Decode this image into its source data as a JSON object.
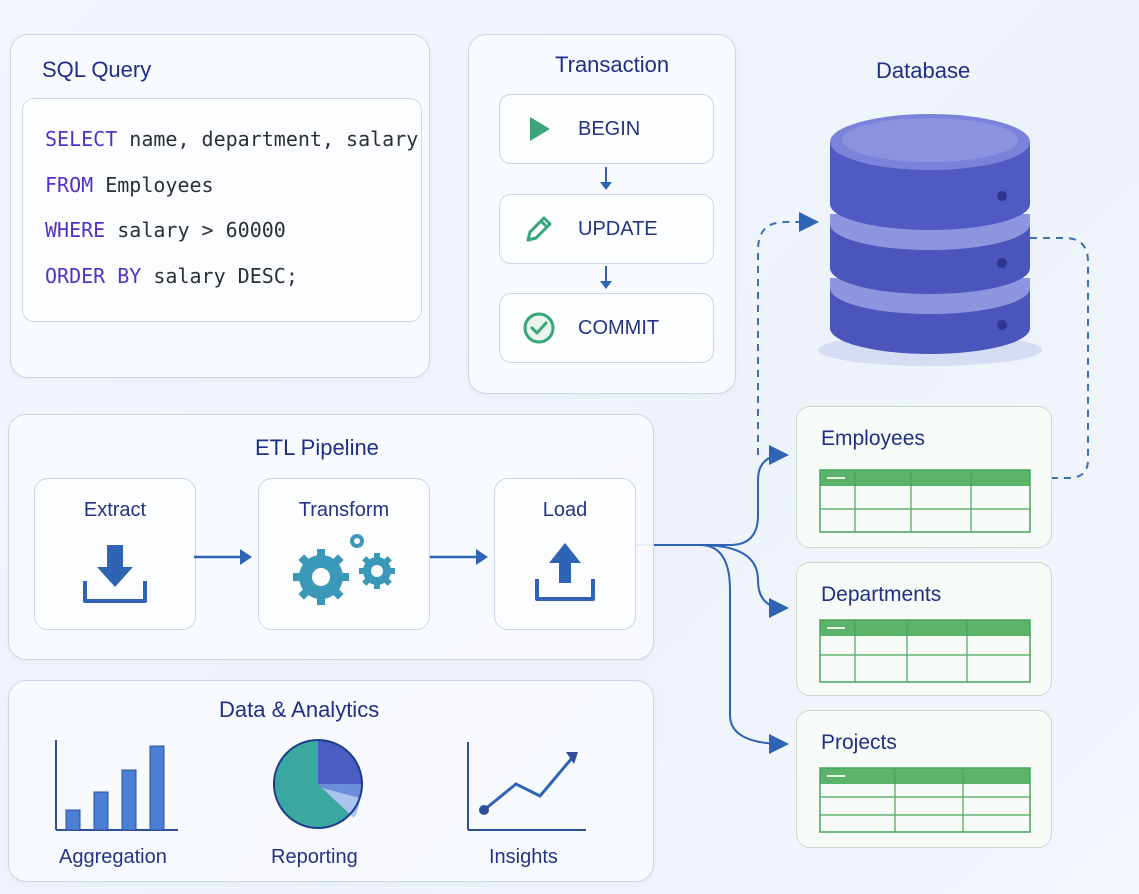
{
  "sql": {
    "title": "SQL Query",
    "lines": [
      {
        "kw": "SELECT",
        "rest": " name, department, salary"
      },
      {
        "kw": "FROM",
        "rest": " Employees"
      },
      {
        "kw": "WHERE",
        "rest": " salary > 60000"
      },
      {
        "kw": "ORDER BY",
        "rest": " salary DESC;"
      }
    ]
  },
  "transaction": {
    "title": "Transaction",
    "steps": [
      {
        "label": "BEGIN",
        "icon": "play-icon"
      },
      {
        "label": "UPDATE",
        "icon": "pencil-icon"
      },
      {
        "label": "COMMIT",
        "icon": "check-circle-icon"
      }
    ]
  },
  "database": {
    "title": "Database",
    "icon": "database-icon"
  },
  "etl": {
    "title": "ETL Pipeline",
    "steps": [
      {
        "label": "Extract",
        "icon": "download-icon"
      },
      {
        "label": "Transform",
        "icon": "gears-icon"
      },
      {
        "label": "Load",
        "icon": "upload-icon"
      }
    ]
  },
  "analytics": {
    "title": "Data & Analytics",
    "items": [
      {
        "label": "Aggregation",
        "icon": "bar-chart-icon"
      },
      {
        "label": "Reporting",
        "icon": "pie-chart-icon"
      },
      {
        "label": "Insights",
        "icon": "line-chart-icon"
      }
    ]
  },
  "tables": [
    {
      "label": "Employees",
      "icon": "table-icon"
    },
    {
      "label": "Departments",
      "icon": "table-icon"
    },
    {
      "label": "Projects",
      "icon": "table-icon"
    }
  ],
  "colors": {
    "navy": "#1f2f86",
    "keyword": "#5432c8",
    "accent_blue": "#2f64b4",
    "teal": "#2a8aa0",
    "green": "#4aa55a",
    "database": "#5b67c9"
  }
}
